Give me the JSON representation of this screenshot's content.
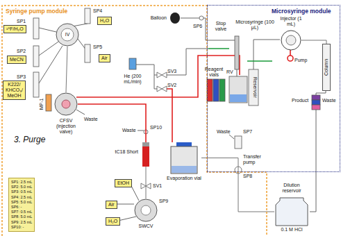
{
  "diagram": {
    "nodes": [
      {
        "text": [
          "Syringe pump module"
        ]
      },
      {
        "text": [
          "Microsyringe module"
        ]
      },
      {
        "text": [
          "¹⁸F/H₂O"
        ],
        "in": 0
      },
      {
        "text": [
          "MeCN"
        ],
        "in": 0
      },
      {
        "text": [
          "K222/ KHCO₃/ MeOH"
        ],
        "in": 0
      },
      {
        "text": [
          "IV"
        ],
        "in": 0
      },
      {
        "text": [
          "H₂O"
        ],
        "in": 0
      },
      {
        "text": [
          "Air"
        ],
        "in": 0
      },
      {
        "text": [
          "CFSV (injection valve)"
        ],
        "in": 0
      },
      {
        "text": [
          "Balloon"
        ],
        "in": 0
      },
      {
        "text": [
          "Injector (1 mL)"
        ],
        "in": 1
      },
      {
        "text": [
          "Column"
        ],
        "in": 1
      },
      {
        "text": [
          "tC18 Short"
        ],
        "in": 0
      },
      {
        "text": [
          "Evaporation vial"
        ],
        "in": 0
      },
      {
        "text": [
          "EtOH"
        ],
        "in": 0
      },
      {
        "text": [
          "Air"
        ],
        "in": 0
      },
      {
        "text": [
          "H₂O"
        ],
        "in": 0
      },
      {
        "text": [
          "SWCV"
        ],
        "in": 0
      },
      {
        "text": [
          "SP1: 2.5 mL",
          "SP2: 5.0 mL",
          "SP3: 0.5 mL",
          "SP4: 2.5 mL",
          "SP5: 5.0 mL",
          "SP6: -",
          "SP7: 0.5 mL",
          "SP8: 5.0 mL",
          "SP9: 2.5 mL",
          "SP10: -"
        ],
        "in": 0
      },
      {
        "text": [
          "Dilution reservoir",
          "0.1 M HCl"
        ]
      }
    ],
    "edges": [
      {
        "from": 5,
        "to": 8,
        "arrow": "none"
      },
      {
        "from": 8,
        "to": 12,
        "arrow": "none"
      },
      {
        "from": 17,
        "to": 12,
        "arrow": "none"
      },
      {
        "from": 10,
        "to": 11,
        "arrow": "none"
      },
      {
        "from": 13,
        "to": 19,
        "arrow": "none"
      }
    ],
    "labels": [
      "3. Purge",
      "SP1",
      "SP2",
      "SP3",
      "SP4",
      "SP5",
      "MP-1",
      "Waste",
      "He (200 mL/min)",
      "SV3",
      "SV2",
      "SP6",
      "Stop valve",
      "Microsyringe (100 μL)",
      "RV",
      "Reagent vials",
      "Reservoir",
      "Pump",
      "Product",
      "Waste",
      "SP10",
      "Waste",
      "SV1",
      "SP9",
      "SP7",
      "Waste",
      "Transfer pump",
      "SP8"
    ]
  }
}
